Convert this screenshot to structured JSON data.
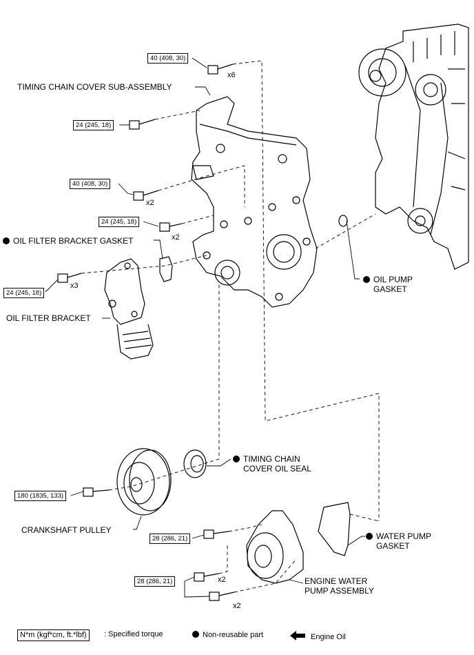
{
  "labels": {
    "timing_chain_cover": "TIMING CHAIN COVER SUB-ASSEMBLY",
    "oil_filter_bracket_gasket": "OIL FILTER BRACKET GASKET",
    "oil_filter_bracket": "OIL FILTER BRACKET",
    "oil_pump_gasket_1": "OIL PUMP",
    "oil_pump_gasket_2": "GASKET",
    "timing_chain_cover_oil_seal_1": "TIMING CHAIN",
    "timing_chain_cover_oil_seal_2": "COVER OIL SEAL",
    "crankshaft_pulley": "CRANKSHAFT PULLEY",
    "water_pump_gasket_1": "WATER PUMP",
    "water_pump_gasket_2": "GASKET",
    "engine_water_pump_1": "ENGINE WATER",
    "engine_water_pump_2": "PUMP ASSEMBLY"
  },
  "torques": {
    "t1": "40 (408, 30)",
    "t2": "24 (245, 18)",
    "t3": "40 (408, 30)",
    "t4": "24 (245, 18)",
    "t5": "24 (245, 18)",
    "t6": "180 (1835, 133)",
    "t7": "28 (286, 21)",
    "t8": "28 (286, 21)"
  },
  "quantities": {
    "q1": "x6",
    "q2": "x2",
    "q3": "x2",
    "q4": "x3",
    "q5": "x2",
    "q6": "x2"
  },
  "legend": {
    "torque_box": "N*m (kgf*cm, ft.*lbf)",
    "torque_text": ": Specified torque",
    "nonreusable": "Non-reusable part",
    "engine_oil": "Engine Oil"
  }
}
